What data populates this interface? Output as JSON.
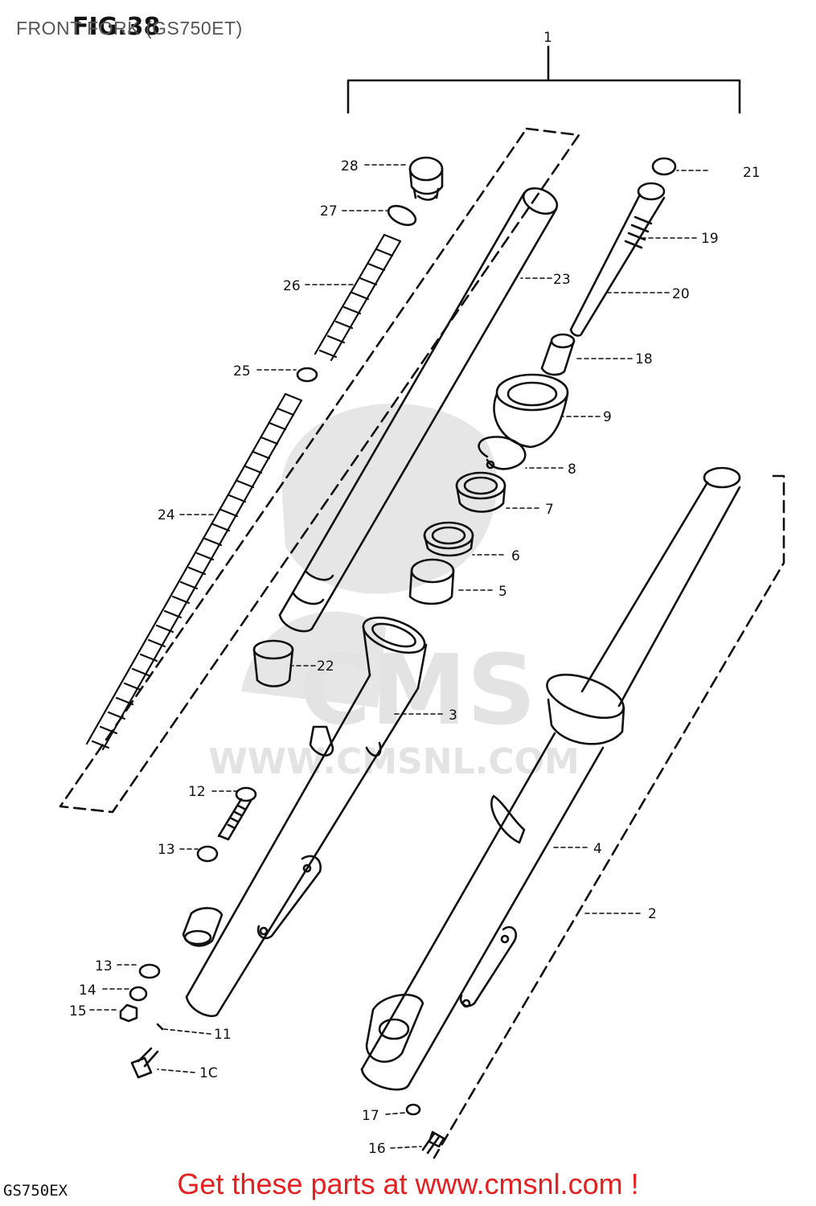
{
  "header": {
    "title": "FRONT FORK (GS750ET)",
    "figure": "FIG.38"
  },
  "model_code": "GS750EX",
  "watermark": {
    "brand": "CMS",
    "url": "WWW.CMSNL.COM"
  },
  "cta": {
    "text": "Get these parts at www.cmsnl.com !"
  },
  "callouts": {
    "p1": "1",
    "p2": "2",
    "p3": "3",
    "p4": "4",
    "p5": "5",
    "p6": "6",
    "p7": "7",
    "p8": "8",
    "p9": "9",
    "p10": "1C",
    "p11": "11",
    "p12": "12",
    "p13a": "13",
    "p13b": "13",
    "p14": "14",
    "p15": "15",
    "p16": "16",
    "p17": "17",
    "p18": "18",
    "p19": "19",
    "p20": "20",
    "p21": "21",
    "p22": "22",
    "p23": "23",
    "p24": "24",
    "p25": "25",
    "p26": "26",
    "p27": "27",
    "p28": "28"
  },
  "colors": {
    "line": "#111111",
    "cta": "#e52020",
    "watermark": "#e6e6e6",
    "heading": "#555555"
  }
}
